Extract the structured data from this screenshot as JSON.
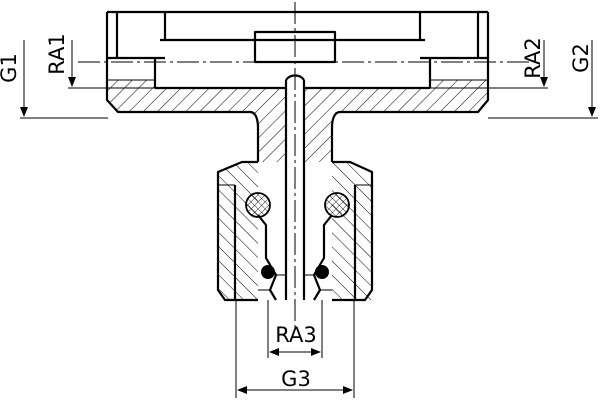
{
  "labels": {
    "g1": "G1",
    "ra1": "RA1",
    "ra2": "RA2",
    "g2": "G2",
    "ra3": "RA3",
    "g3": "G3"
  }
}
